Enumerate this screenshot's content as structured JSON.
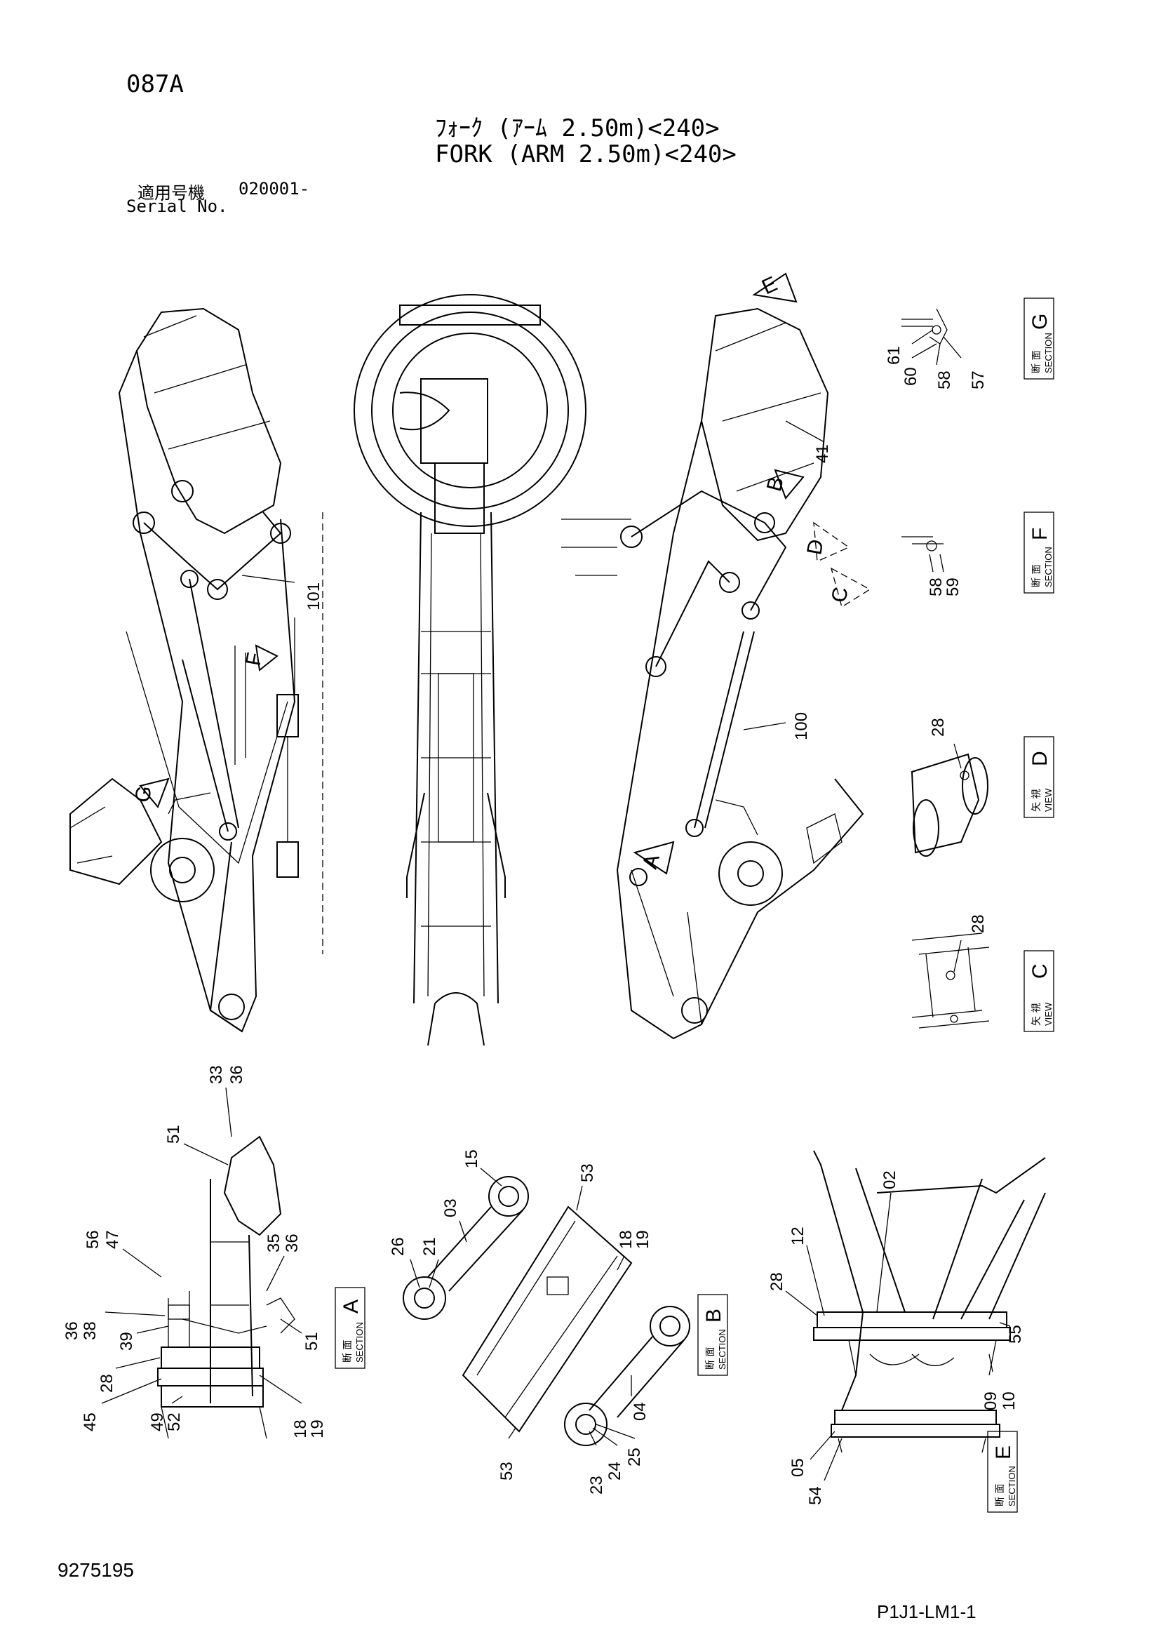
{
  "header": {
    "page_code": "087A",
    "title_jp": "ﾌｫｰｸ (ｱｰﾑ 2.50m)<240>",
    "title_en": "FORK (ARM 2.50m)<240>",
    "serial_label_jp": "適用号機",
    "serial_label_en": "Serial No.",
    "serial_value": "020001-"
  },
  "footer": {
    "document_number": "9275195",
    "sheet_code": "P1J1-LM1-1"
  },
  "sections": {
    "jp_section": "断 面",
    "jp_view": "矢 視",
    "en_section": "SECTION",
    "en_view": "VIEW",
    "a": "A",
    "b": "B",
    "c": "C",
    "d": "D",
    "e": "E",
    "f": "F",
    "g": "G"
  },
  "callouts": {
    "main_right": [
      "41",
      "100"
    ],
    "main_left": [
      "101"
    ],
    "section_g": [
      "61",
      "60",
      "58",
      "57"
    ],
    "section_f": [
      "58",
      "59"
    ],
    "view_d": [
      "28"
    ],
    "view_c": [
      "28"
    ],
    "section_a": [
      "33",
      "36",
      "51",
      "56",
      "47",
      "35",
      "36",
      "36",
      "38",
      "39",
      "51",
      "28",
      "45",
      "49",
      "52",
      "18",
      "19"
    ],
    "section_b": [
      "15",
      "03",
      "26",
      "21",
      "53",
      "18",
      "19",
      "04",
      "53",
      "23",
      "24",
      "25"
    ],
    "section_e": [
      "02",
      "12",
      "28",
      "55",
      "09",
      "10",
      "05",
      "54"
    ]
  },
  "arrows": [
    "E",
    "B",
    "D",
    "C",
    "F",
    "G",
    "A"
  ]
}
